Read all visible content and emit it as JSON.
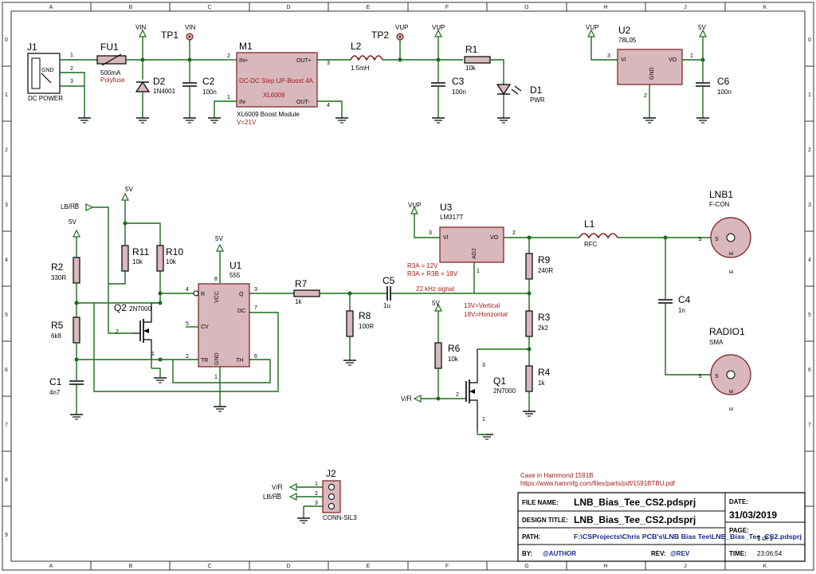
{
  "grid": {
    "cols": [
      "A",
      "B",
      "C",
      "D",
      "E",
      "F",
      "G",
      "H",
      "J",
      "K"
    ],
    "rows": [
      "0",
      "1",
      "2",
      "3",
      "4",
      "5",
      "6",
      "7",
      "8",
      "9"
    ]
  },
  "parts": {
    "j1": {
      "ref": "J1",
      "value": "DC POWER",
      "gnd": "GND",
      "pins": [
        "1",
        "2",
        "3"
      ]
    },
    "fu1": {
      "ref": "FU1",
      "value": "500mA",
      "note": "Polyfuse"
    },
    "d2": {
      "ref": "D2",
      "value": "1N4001"
    },
    "c2": {
      "ref": "C2",
      "value": "100n"
    },
    "tp1": {
      "ref": "TP1",
      "net": "VIN"
    },
    "m1": {
      "ref": "M1",
      "line1": "DC-DC Step UP-Boost 4A",
      "line2": "XL6009",
      "value": "XL6009 Boost Module",
      "note": "V=21V",
      "in_plus": "IN+",
      "in_minus": "IN-",
      "out_plus": "OUT+",
      "out_minus": "OUT-",
      "pins": [
        "2",
        "1",
        "3",
        "4"
      ]
    },
    "l2": {
      "ref": "L2",
      "value": "1.5mH"
    },
    "tp2": {
      "ref": "TP2",
      "net": "VUP"
    },
    "c3": {
      "ref": "C3",
      "value": "100n"
    },
    "r1": {
      "ref": "R1",
      "value": "10k"
    },
    "d1": {
      "ref": "D1",
      "value": "PWR"
    },
    "u2": {
      "ref": "U2",
      "value": "78L05",
      "vi": "VI",
      "vo": "VO",
      "gnd": "GND",
      "pins": [
        "3",
        "1",
        "2"
      ]
    },
    "c6": {
      "ref": "C6",
      "value": "100n"
    },
    "r2": {
      "ref": "R2",
      "value": "330R"
    },
    "r5": {
      "ref": "R5",
      "value": "6k8"
    },
    "c1": {
      "ref": "C1",
      "value": "4n7"
    },
    "q2": {
      "ref": "Q2",
      "value": "2N7000",
      "pins": [
        "2",
        "1"
      ]
    },
    "r11": {
      "ref": "R11",
      "value": "10k"
    },
    "r10": {
      "ref": "R10",
      "value": "10k"
    },
    "u1": {
      "ref": "U1",
      "value": "555",
      "r": "R",
      "vcc": "VCC",
      "q": "Q",
      "cv": "CV",
      "dc": "DC",
      "tr": "TR",
      "th": "TH",
      "gnd": "GND",
      "pins": [
        "4",
        "8",
        "3",
        "5",
        "7",
        "2",
        "6",
        "1"
      ]
    },
    "r7": {
      "ref": "R7",
      "value": "1k"
    },
    "r8": {
      "ref": "R8",
      "value": "100R"
    },
    "c5": {
      "ref": "C5",
      "value": "1u"
    },
    "u3": {
      "ref": "U3",
      "value": "LM317T",
      "vi": "VI",
      "vo": "VO",
      "adj": "ADJ",
      "pins": [
        "3",
        "2",
        "1"
      ]
    },
    "r9": {
      "ref": "R9",
      "value": "240R"
    },
    "r3": {
      "ref": "R3",
      "value": "2k2"
    },
    "r4": {
      "ref": "R4",
      "value": "1k"
    },
    "r6": {
      "ref": "R6",
      "value": "10k"
    },
    "q1": {
      "ref": "Q1",
      "value": "2N7000",
      "pins": [
        "3",
        "2",
        "1"
      ]
    },
    "l1": {
      "ref": "L1",
      "value": "RFC"
    },
    "c4": {
      "ref": "C4",
      "value": "1n"
    },
    "lnb1": {
      "ref": "LNB1",
      "value": "F-CON",
      "s": "S",
      "e": "E"
    },
    "radio1": {
      "ref": "RADIO1",
      "value": "SMA",
      "s": "S",
      "e": "E"
    },
    "j2": {
      "ref": "J2",
      "value": "CONN-SIL3",
      "pins": [
        "1",
        "2",
        "3"
      ]
    }
  },
  "nets": {
    "vin": "VIN",
    "vup": "VUP",
    "v5": "5V",
    "lbhb": "LB/H̅B̅",
    "vh": "V/H̅"
  },
  "notes": {
    "r3a": "R3A = 12V",
    "r3b": "R3A + R3B = 18V",
    "signal": "22 kHz signal",
    "v13": "13V=Vertical",
    "v18": "18V=Horizontal",
    "case1": "Case in Hammond 1591B",
    "case2": "https://www.hammfg.com/files/parts/pdf/1591BTBU.pdf"
  },
  "title_block": {
    "file_name_cap": "FILE NAME:",
    "file_name": "LNB_Bias_Tee_CS2.pdsprj",
    "design_title_cap": "DESIGN TITLE:",
    "design_title": "LNB_Bias_Tee_CS2.pdsprj",
    "path_cap": "PATH:",
    "path": "F:\\CSProjects\\Chris PCB's\\LNB Bias Tee\\LNB_Bias_Tee_CS2.pdsprj",
    "by_cap": "BY:",
    "by": "@AUTHOR",
    "rev_cap": "REV:",
    "rev": "@REV",
    "date_cap": "DATE:",
    "date": "31/03/2019",
    "page_cap": "PAGE:",
    "page": "1 of 1",
    "time_cap": "TIME:",
    "time": "23:06:54"
  }
}
